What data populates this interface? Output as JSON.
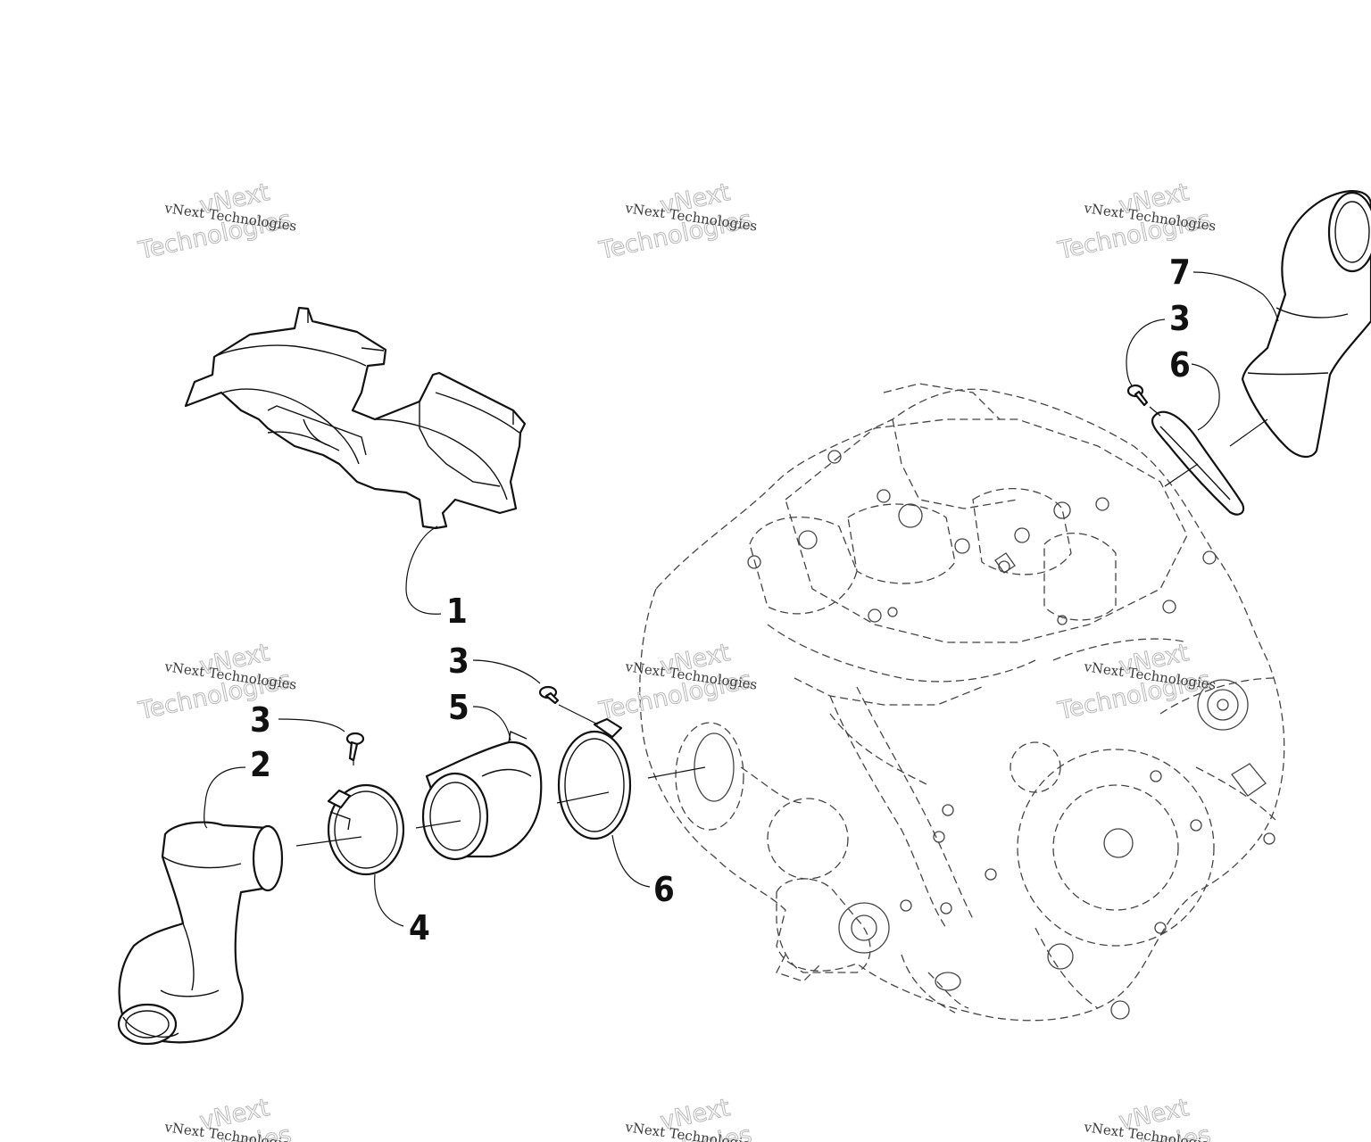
{
  "diagram": {
    "callouts": [
      {
        "id": "c1",
        "label": "1"
      },
      {
        "id": "c2",
        "label": "2"
      },
      {
        "id": "c3a",
        "label": "3"
      },
      {
        "id": "c3b",
        "label": "3"
      },
      {
        "id": "c3c",
        "label": "3"
      },
      {
        "id": "c4",
        "label": "4"
      },
      {
        "id": "c5",
        "label": "5"
      },
      {
        "id": "c6a",
        "label": "6"
      },
      {
        "id": "c6b",
        "label": "6"
      },
      {
        "id": "c7",
        "label": "7"
      }
    ],
    "watermark": {
      "line_small": "vNext Technologies",
      "line_big_1": "vNext",
      "line_big_2": "Technologies"
    }
  }
}
